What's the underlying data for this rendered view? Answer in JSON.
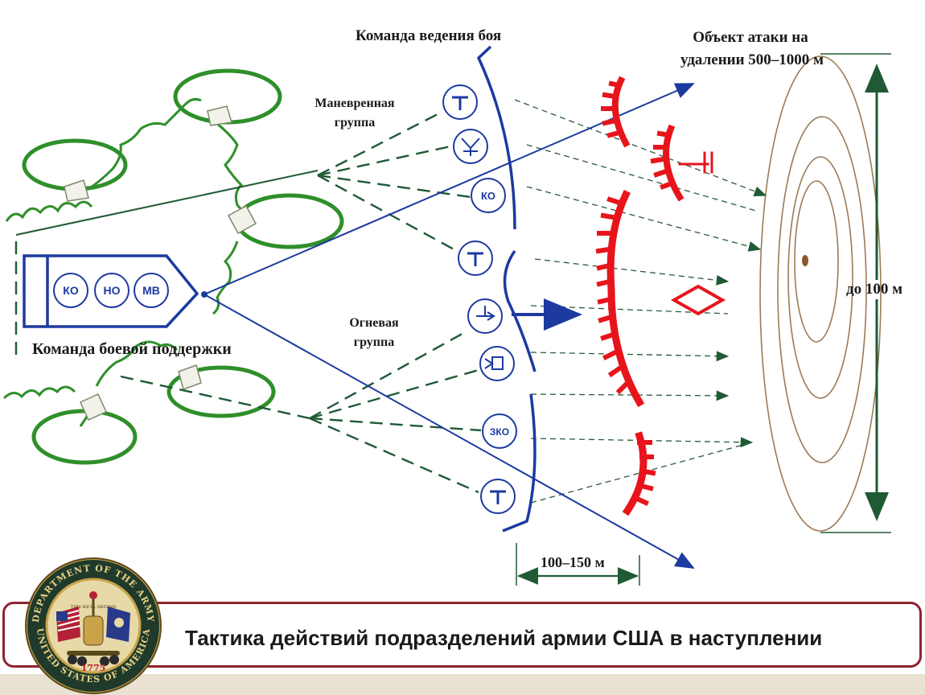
{
  "labels": {
    "combat_team": "Команда ведения боя",
    "attack_object_line1": "Объект атаки на",
    "attack_object_line2": "удалении 500–1000 м",
    "maneuver_group_line1": "Маневренная",
    "maneuver_group_line2": "группа",
    "fire_group_line1": "Огневая",
    "fire_group_line2": "группа",
    "support_team": "Команда боевой поддержки",
    "depth_100": "до 100 м",
    "distance_100_150": "100–150 м"
  },
  "support_units": [
    "КО",
    "НО",
    "МВ"
  ],
  "combat_units": {
    "ko": "КО",
    "zko": "ЗКО"
  },
  "title": "Тактика действий подразделений армии США в наступлении",
  "seal": {
    "ring_text_top": "DEPARTMENT OF THE ARMY",
    "ring_text_bottom": "UNITED STATES OF AMERICA",
    "motto": "THIS WE'LL DEFEND",
    "year": "1775"
  },
  "colors": {
    "own_forces": "#1c3aa0",
    "enemy": "#e8141c",
    "terrain": "#2f8f2a",
    "guide_lines": "#2a5a3a",
    "title_frame": "#8e2330"
  }
}
